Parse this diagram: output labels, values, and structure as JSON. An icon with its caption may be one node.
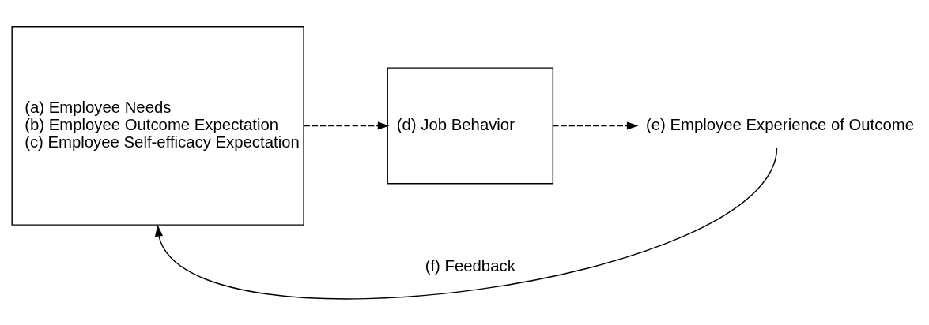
{
  "diagram": {
    "nodes": [
      {
        "text": [
          "(a) Employee Needs",
          "(b) Employee Outcome Expectation",
          "(c) Employee Self-efficacy Expectation"
        ]
      },
      {
        "text": [
          "(d) Job Behavior"
        ]
      },
      {
        "text": [
          "(e) Employee Experience of Outcome"
        ]
      }
    ],
    "edges": [
      {
        "from": 0,
        "to": 1,
        "arrow": "to",
        "style": "dashed"
      },
      {
        "from": 1,
        "to": 2,
        "arrow": "to",
        "style": "dashed"
      },
      {
        "from": 2,
        "to": 0,
        "arrow": "to",
        "label": "(f) Feedback"
      }
    ]
  }
}
